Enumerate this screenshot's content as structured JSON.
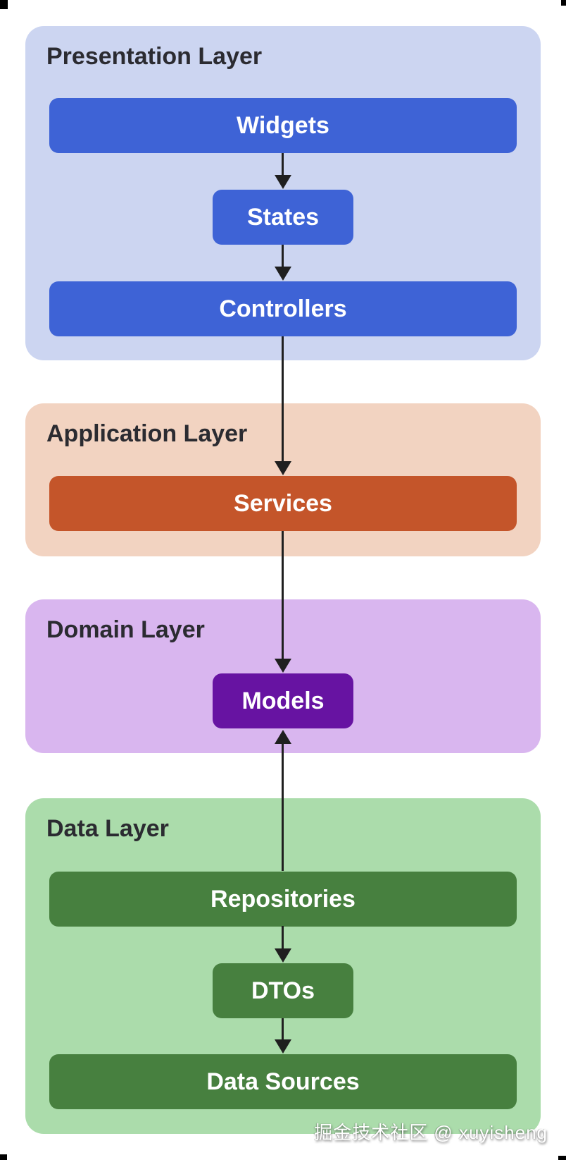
{
  "diagram": {
    "layers": [
      {
        "title": "Presentation Layer",
        "bg_color": "#ccd5f1",
        "box_color": "#3e63d6",
        "boxes": [
          {
            "label": "Widgets"
          },
          {
            "label": "States"
          },
          {
            "label": "Controllers"
          }
        ]
      },
      {
        "title": "Application Layer",
        "bg_color": "#f2d3c1",
        "box_color": "#c4552a",
        "boxes": [
          {
            "label": "Services"
          }
        ]
      },
      {
        "title": "Domain Layer",
        "bg_color": "#d9b6ef",
        "box_color": "#6713a2",
        "boxes": [
          {
            "label": "Models"
          }
        ]
      },
      {
        "title": "Data Layer",
        "bg_color": "#abdcab",
        "box_color": "#47803f",
        "boxes": [
          {
            "label": "Repositories"
          },
          {
            "label": "DTOs"
          },
          {
            "label": "Data Sources"
          }
        ]
      }
    ],
    "arrows": [
      {
        "from": "Widgets",
        "to": "States",
        "direction": "down"
      },
      {
        "from": "States",
        "to": "Controllers",
        "direction": "down"
      },
      {
        "from": "Controllers",
        "to": "Services",
        "direction": "down"
      },
      {
        "from": "Services",
        "to": "Models",
        "direction": "down"
      },
      {
        "from": "Repositories",
        "to": "Models",
        "direction": "up"
      },
      {
        "from": "Repositories",
        "to": "DTOs",
        "direction": "down"
      },
      {
        "from": "DTOs",
        "to": "Data Sources",
        "direction": "down"
      }
    ],
    "arrow_color": "#1f1f1f",
    "title_color": "#2b2b31",
    "watermark": "掘金技术社区 @ xuyisheng"
  }
}
